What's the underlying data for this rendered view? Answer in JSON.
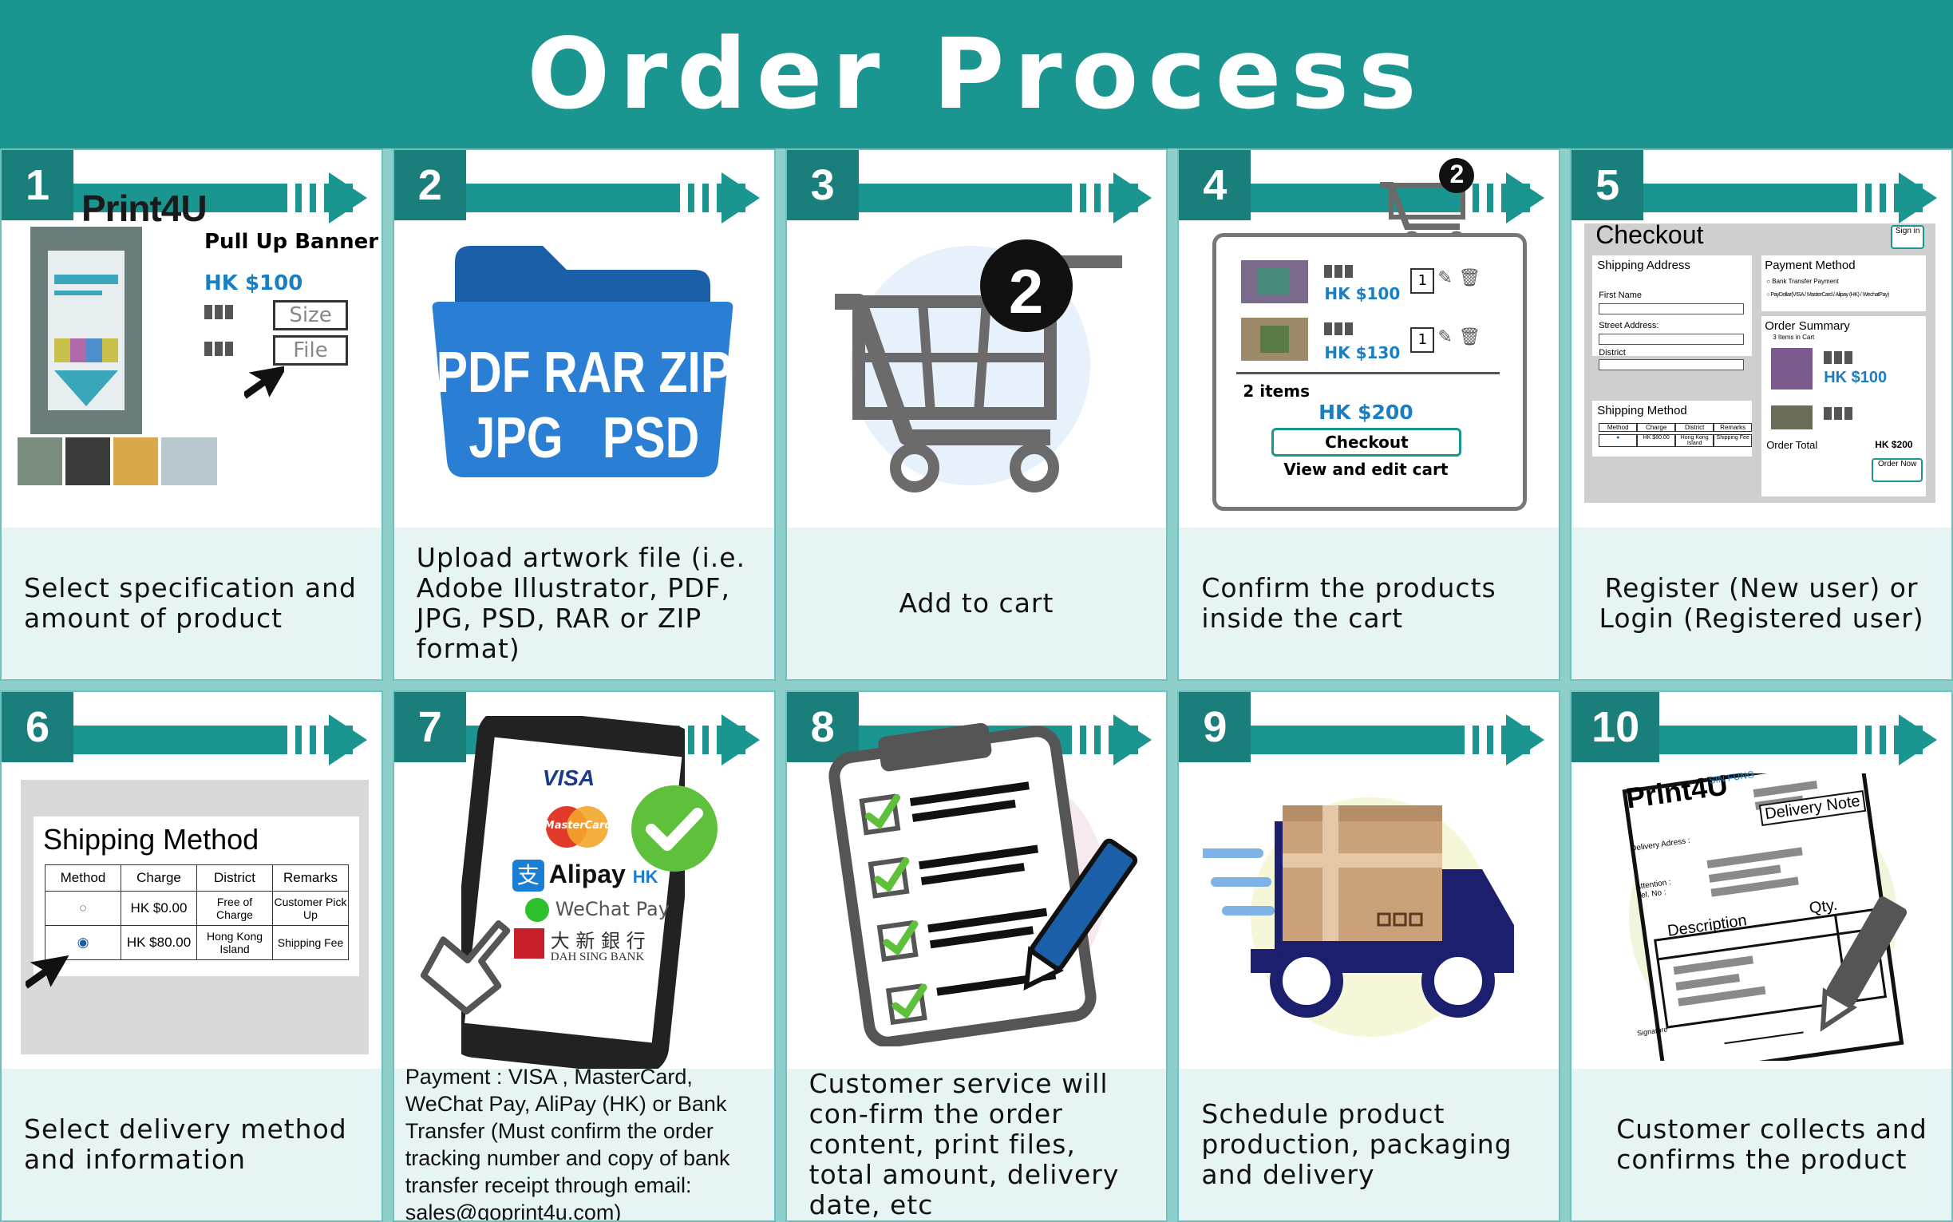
{
  "title": "Order Process",
  "steps": [
    {
      "number": "1",
      "caption": "Select specification and amount of product",
      "product_name": "Pull Up Banner",
      "price": "HK $100",
      "size_label": "Size",
      "file_label": "File",
      "logo": "Print4U"
    },
    {
      "number": "2",
      "caption": "Upload artwork file (i.e. Adobe Illustrator, PDF, JPG, PSD, RAR or ZIP format)",
      "formats_row1": "PDF RAR ZIP",
      "formats_row2": "JPG   PSD"
    },
    {
      "number": "3",
      "caption": "Add to cart",
      "cart_count": "2"
    },
    {
      "number": "4",
      "caption": "Confirm the products inside the cart",
      "cart_count": "2",
      "item1_price": "HK $100",
      "item2_price": "HK $130",
      "item_qty": "1",
      "items_count": "2 items",
      "total": "HK $200",
      "checkout_label": "Checkout",
      "view_edit_label": "View and edit cart"
    },
    {
      "number": "5",
      "caption": "Register (New user) or Login (Registered user)",
      "checkout_title": "Checkout",
      "sign_in": "Sign in",
      "shipping_address": "Shipping Address",
      "first_name": "First Name",
      "street_address": "Street Address:",
      "district": "District",
      "payment_method": "Payment Method",
      "bank_transfer": "Bank Transfer Payment",
      "pay_options": "PayDollar(VISA / MasterCard / Alipay (HK) / WechatPay)",
      "order_summary": "Order Summary",
      "items_in_cart": "3 Items in Cart",
      "summary_price": "HK $100",
      "shipping_method": "Shipping Method",
      "ship_cols": [
        "Method",
        "Charge",
        "District",
        "Remarks"
      ],
      "ship_row": [
        "HK $80.00",
        "Hong Kong Island",
        "Shipping Fee"
      ],
      "order_total_label": "Order Total",
      "order_total": "HK $200",
      "order_now": "Order Now"
    },
    {
      "number": "6",
      "caption": "Select delivery method and information",
      "panel_title": "Shipping Method",
      "columns": [
        "Method",
        "Charge",
        "District",
        "Remarks"
      ],
      "rows": [
        [
          "HK $0.00",
          "Free of Charge",
          "Customer Pick Up"
        ],
        [
          "HK $80.00",
          "Hong Kong Island",
          "Shipping Fee"
        ]
      ]
    },
    {
      "number": "7",
      "caption": "Payment : VISA , MasterCard, WeChat Pay, AliPay (HK) or Bank Transfer (Must confirm the order tracking number and copy of bank transfer receipt through email: sales@goprint4u.com)",
      "visa": "VISA",
      "mastercard": "MasterCard",
      "alipay": "Alipay",
      "alipay_hk": "HK",
      "wechat": "WeChat Pay",
      "bank_cn": "大 新 銀 行",
      "bank_en": "DAH SING BANK"
    },
    {
      "number": "8",
      "caption": "Customer service will con-firm the order content, print files, total amount, delivery date, etc"
    },
    {
      "number": "9",
      "caption": "Schedule product production, packaging and delivery"
    },
    {
      "number": "10",
      "caption": "Customer collects and confirms the product",
      "doc_title": "Delivery Note",
      "delivery_address": "Delivery Adress :",
      "attention": "Attention :",
      "tel": "Tel. No :",
      "description": "Description",
      "qty": "Qty.",
      "signature": "Signature",
      "logo": "Print4U",
      "company": "SIN FUNG"
    }
  ],
  "colors": {
    "teal": "#1a9590",
    "dark_teal": "#1a7f7a",
    "blue_price": "#1a7fc2",
    "folder_blue": "#2a7fd4",
    "cart_grey": "#6b6b6b",
    "truck_navy": "#1c1f6e",
    "box_tan": "#c9a27a",
    "check_green": "#5fc13b"
  },
  "icons": [
    "cursor-arrow-icon",
    "folder-icon",
    "shopping-cart-icon",
    "pencil-icon",
    "trash-icon",
    "check-icon",
    "hand-pointer-icon",
    "clipboard-icon",
    "truck-icon",
    "document-icon"
  ]
}
